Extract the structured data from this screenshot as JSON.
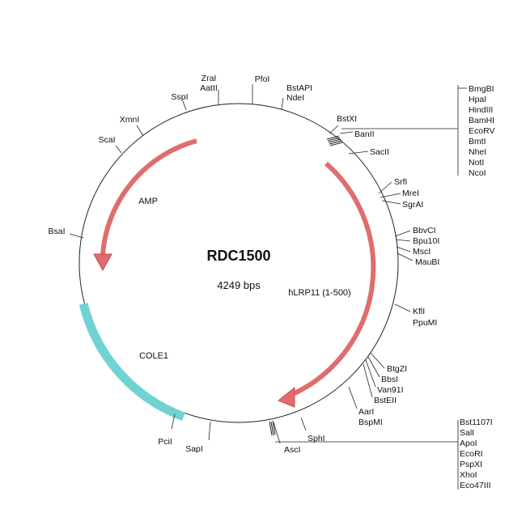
{
  "plasmid": {
    "name": "RDC1500",
    "size_text": "4249 bps"
  },
  "colors": {
    "backbone": "#222222",
    "arrow_feature": "#e06d6d",
    "arrow_feature_stroke": "#c94a4a",
    "cole1_feature": "#6fd3d3",
    "cole1_feature_stroke": "#46b9bb"
  },
  "features": {
    "amp": "AMP",
    "hlrp11": "hLRP11 (1-500)",
    "cole1": "COLE1"
  },
  "sites": {
    "zral": "ZraI",
    "aatii": "AatII",
    "pfoi": "PfoI",
    "bstapi": "BstAPI",
    "ndei": "NdeI",
    "sspi": "SspI",
    "xmni": "XmnI",
    "scai": "ScaI",
    "bsai": "BsaI",
    "bstxi": "BstXI",
    "banii": "BanII",
    "sacii": "SacII",
    "srfi": "SrfI",
    "mrei": "MreI",
    "sgrai": "SgrAI",
    "bbvci": "BbvCI",
    "bpu10i": "Bpu10I",
    "msci": "MscI",
    "maubi": "MauBI",
    "kfli": "KflI",
    "ppumi": "PpuMI",
    "btgzi": "BtgZI",
    "bbsi": "BbsI",
    "van91i": "Van91I",
    "bsteii": "BstEII",
    "aari": "AarI",
    "bspmi": "BspMI",
    "sphi": "SphI",
    "asci": "AscI",
    "sapi": "SapI",
    "pcii": "PciI"
  },
  "mcs_top": [
    "BmgBI",
    "HpaI",
    "HindIII",
    "BamHI",
    "EcoRV",
    "BmtI",
    "NheI",
    "NotI",
    "NcoI"
  ],
  "mcs_bottom": [
    "Bst1107I",
    "SalI",
    "ApoI",
    "EcoRI",
    "PspXI",
    "XhoI",
    "Eco47III"
  ]
}
